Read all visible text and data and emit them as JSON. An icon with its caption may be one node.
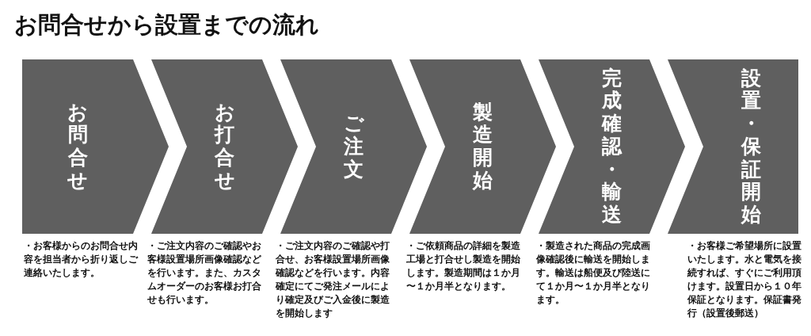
{
  "diagram": {
    "title": "お問合せから設置までの流れ",
    "nodes": [
      {
        "text": [
          "お問合せ"
        ],
        "beside": [
          "・お客様からのお問合せ内容を担当者から折り返しご連絡いたします。"
        ]
      },
      {
        "text": [
          "お打合せ"
        ],
        "beside": [
          "・ご注文内容のご確認やお客様設置場所画像確認などを行います。また、カスタムオーダーのお客様お打合せも行います。"
        ]
      },
      {
        "text": [
          "ご注文"
        ],
        "beside": [
          "・ご注文内容のご確認や打合せ、お客様設置場所画像確認などを行います。内容確定にてご発注メールにより確定及びご入金後に製造を開始します"
        ]
      },
      {
        "text": [
          "製造開始"
        ],
        "beside": [
          "・ご依頼商品の詳細を製造工場と打合せし製造を開始します。製造期間は１か月〜１か月半となります。"
        ]
      },
      {
        "text": [
          "完成確認・輸送"
        ],
        "beside": [
          "・製造された商品の完成画像確認後に輸送を開始します。輸送は船便及び陸送にて１か月〜１か月半となります。"
        ]
      },
      {
        "text": [
          "設置・保証開始"
        ],
        "beside": [
          "・お客様ご希望場所に設置いたします。水と電気を接続すれば、すぐにご利用頂けます。設置日から１０年保証となります。保証書発行（設置後郵送）"
        ]
      }
    ]
  }
}
